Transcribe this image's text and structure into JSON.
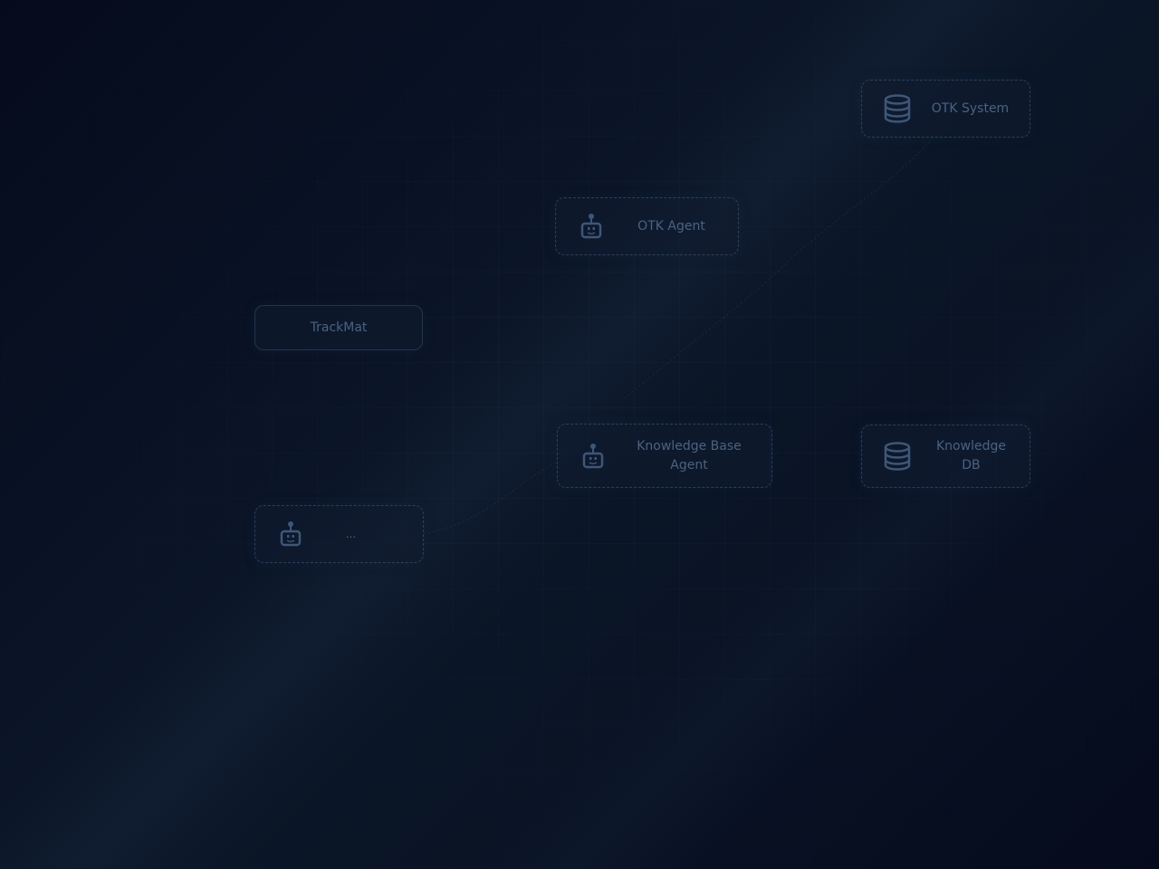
{
  "colors": {
    "background": "#08101f",
    "node_border": "#506e96",
    "node_text": "#4a6281",
    "icon": "#3e5678",
    "link": "#2f4466"
  },
  "nodes": {
    "trackmat": {
      "label": "TrackMat"
    },
    "otk_agent": {
      "label": "OTK Agent",
      "icon": "robot-icon"
    },
    "otk_system": {
      "label": "OTK System",
      "icon": "database-icon"
    },
    "kb_agent": {
      "label": "Knowledge Base Agent",
      "icon": "robot-icon"
    },
    "knowledge_db": {
      "label": "Knowledge DB",
      "icon": "database-icon"
    },
    "ellipsis": {
      "label": "...",
      "icon": "robot-icon"
    }
  }
}
